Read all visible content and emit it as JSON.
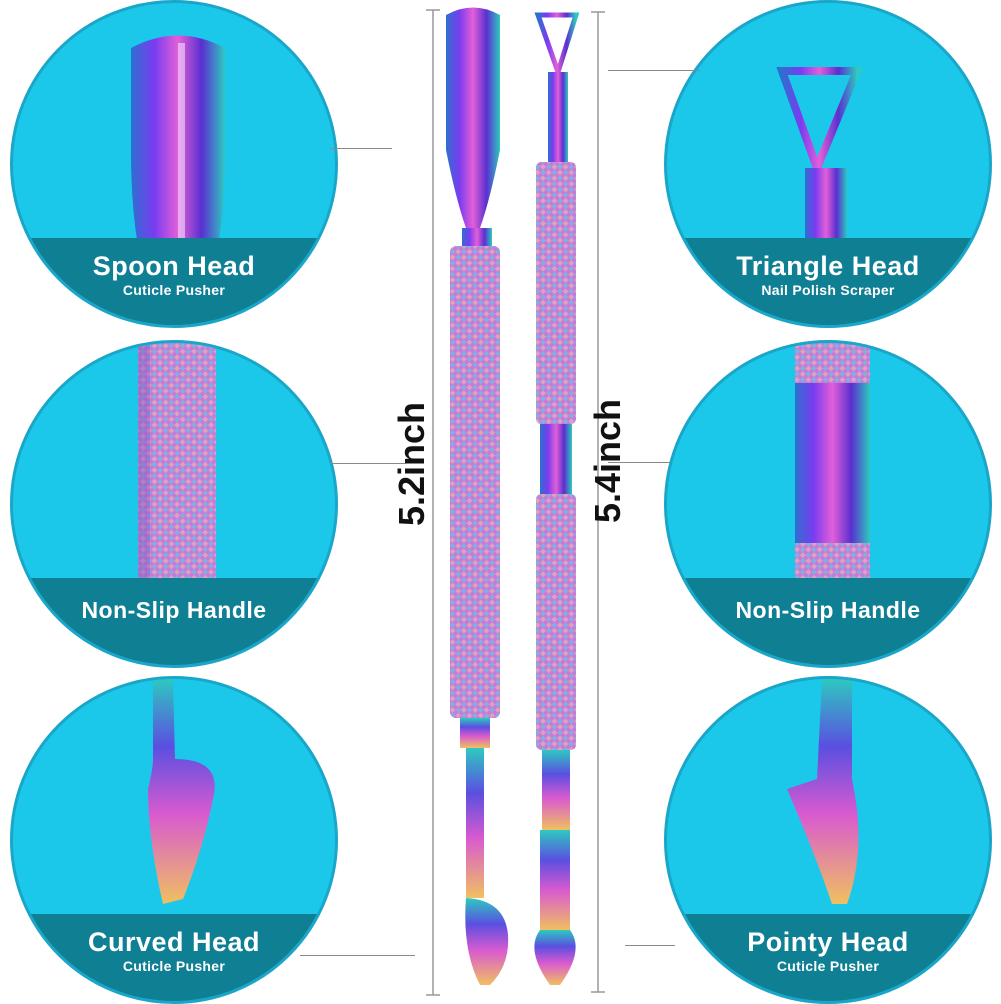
{
  "callouts": {
    "spoon": {
      "title": "Spoon Head",
      "subtitle": "Cuticle Pusher"
    },
    "triangle": {
      "title": "Triangle Head",
      "subtitle": "Nail Polish Scraper"
    },
    "grip_left": {
      "title": "Non-Slip Handle",
      "subtitle": ""
    },
    "grip_right": {
      "title": "Non-Slip Handle",
      "subtitle": ""
    },
    "curved": {
      "title": "Curved Head",
      "subtitle": "Cuticle Pusher"
    },
    "pointy": {
      "title": "Pointy Head",
      "subtitle": "Cuticle Pusher"
    }
  },
  "dimensions": {
    "left_tool_length": "5.2inch",
    "right_tool_length": "5.4inch"
  },
  "colors": {
    "circle_fill": "#1cc8ea",
    "caption_band": "#0f7f94",
    "caption_text": "#ffffff",
    "dimension_text": "#111111"
  }
}
